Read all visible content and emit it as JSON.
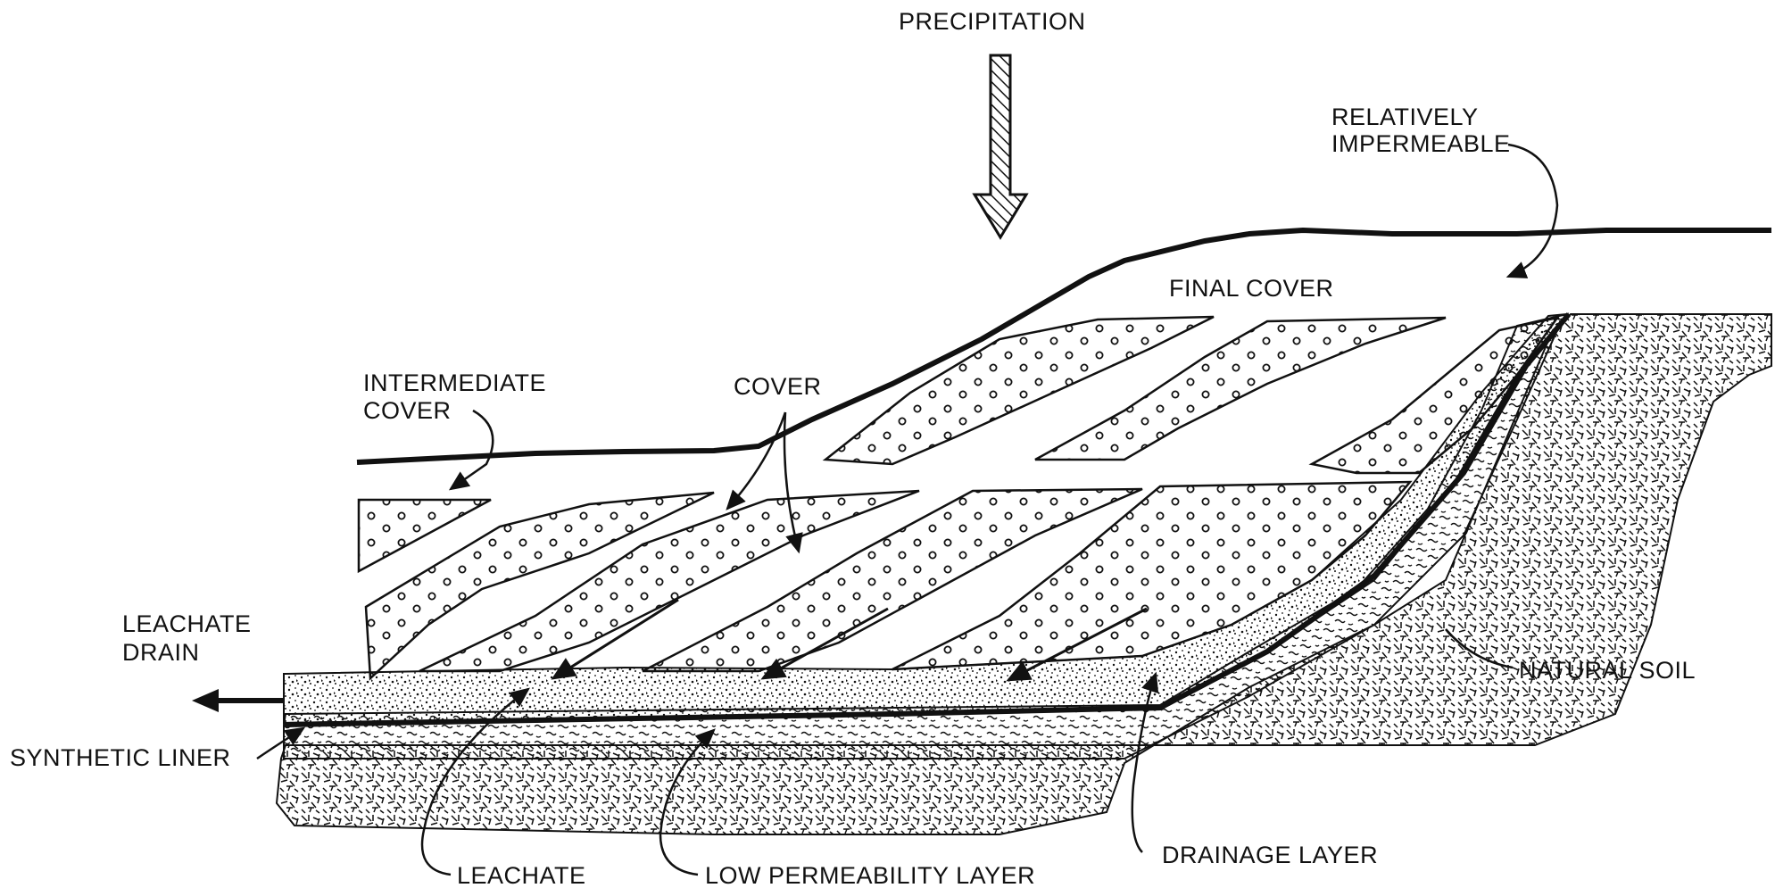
{
  "labels": {
    "precipitation": "PRECIPITATION",
    "relatively_impermeable": [
      "RELATIVELY",
      "IMPERMEABLE"
    ],
    "final_cover": "FINAL COVER",
    "intermediate_cover": [
      "INTERMEDIATE",
      "COVER"
    ],
    "cover": "COVER",
    "leachate_drain": [
      "LEACHATE",
      "DRAIN"
    ],
    "synthetic_liner": "SYNTHETIC LINER",
    "natural_soil": "NATURAL SOIL",
    "drainage_layer": "DRAINAGE LAYER",
    "leachate": "LEACHATE",
    "low_permeability_layer": "LOW PERMEABILITY LAYER"
  },
  "colors": {
    "ink": "#111111",
    "paper": "#ffffff"
  }
}
